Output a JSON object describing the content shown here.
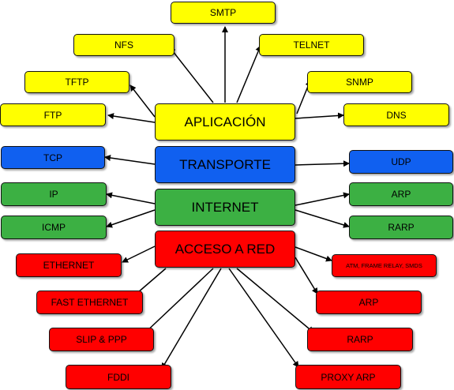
{
  "layers": {
    "aplicacion": "APLICACIÓN",
    "transporte": "TRANSPORTE",
    "internet": "INTERNET",
    "acceso_red": "ACCESO A RED"
  },
  "aplicacion": {
    "smtp": "SMTP",
    "nfs": "NFS",
    "telnet": "TELNET",
    "tftp": "TFTP",
    "snmp": "SNMP",
    "ftp": "FTP",
    "dns": "DNS"
  },
  "transporte": {
    "tcp": "TCP",
    "udp": "UDP"
  },
  "internet": {
    "ip": "IP",
    "icmp": "ICMP",
    "arp": "ARP",
    "rarp": "RARP"
  },
  "acceso_red": {
    "ethernet": "ETHERNET",
    "fast_ethernet": "FAST ETHERNET",
    "slip_ppp": "SLIP & PPP",
    "fddi": "FDDI",
    "atm": "ATM, FRAME RELAY, SMDS",
    "arp": "ARP",
    "rarp": "RARP",
    "proxy_arp": "PROXY ARP"
  },
  "colors": {
    "aplicacion": "#ffff00",
    "transporte": "#1060f0",
    "internet": "#3cb043",
    "acceso_red": "#ff0000"
  }
}
